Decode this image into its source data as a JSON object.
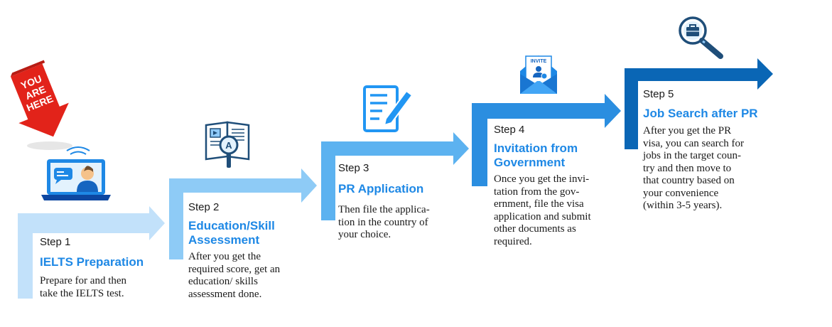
{
  "badge": {
    "lines": [
      "YOU",
      "ARE",
      "HERE"
    ]
  },
  "invite_card": {
    "label": "INVITE"
  },
  "steps": [
    {
      "label": "Step 1",
      "title": "IELTS Preparation",
      "description": "Prepare for and then\ntake the IELTS test.",
      "color": "#c2e1fa",
      "icon": "laptop-chat-icon"
    },
    {
      "label": "Step 2",
      "title": "Education/Skill\nAssessment",
      "description": "After you get the\nrequired score, get an\neducation/ skills\nassessment done.",
      "color": "#8ecbf6",
      "icon": "book-magnifier-icon"
    },
    {
      "label": "Step 3",
      "title": "PR Application",
      "description": "Then file the applica-\ntion in the country of\nyour choice.",
      "color": "#5cb2f0",
      "icon": "document-pen-icon"
    },
    {
      "label": "Step 4",
      "title": "Invitation from\nGovernment",
      "description": "Once you get the invi-\ntation from the gov-\nernment, file the visa\napplication and submit\nother documents as\nrequired.",
      "color": "#2b8ee0",
      "icon": "invite-envelope-icon"
    },
    {
      "label": "Step 5",
      "title": "Job Search after PR",
      "description": "After you get the PR\nvisa, you can search for\njobs in the target coun-\ntry and then move to\nthat country based on\nyour convenience\n(within 3-5 years).",
      "color": "#0a66b5",
      "icon": "briefcase-search-icon"
    }
  ]
}
